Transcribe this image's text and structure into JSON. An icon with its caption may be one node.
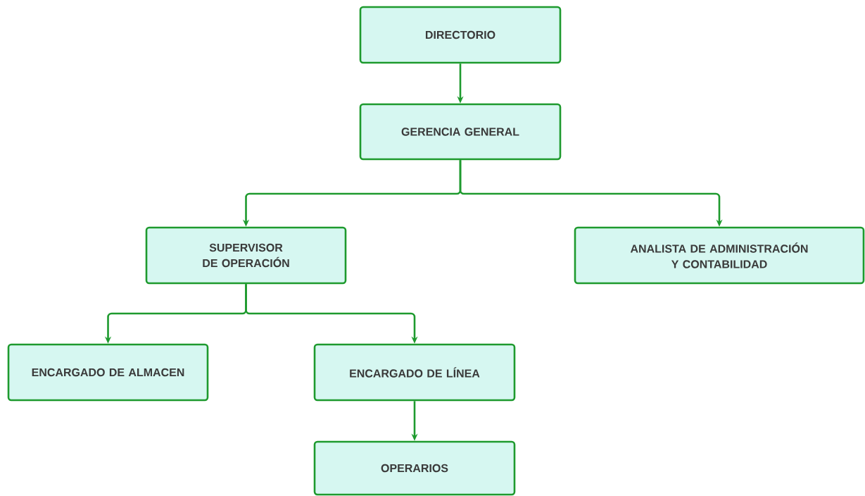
{
  "diagram": {
    "nodes": [
      {
        "text": [
          "DIRECTORIO"
        ]
      },
      {
        "text": [
          "GERENCIA GENERAL"
        ]
      },
      {
        "text": [
          "SUPERVISOR DE OPERACIÓN"
        ]
      },
      {
        "text": [
          "ANALISTA DE ADMINISTRACIÓN Y CONTABILIDAD"
        ]
      },
      {
        "text": [
          "ENCARGADO DE ALMACEN"
        ]
      },
      {
        "text": [
          "ENCARGADO DE LÍNEA"
        ]
      },
      {
        "text": [
          "OPERARIOS"
        ]
      }
    ],
    "edges": [
      {
        "from": 0,
        "to": 1,
        "arrow": "to"
      },
      {
        "from": 1,
        "to": 2,
        "arrow": "to"
      },
      {
        "from": 1,
        "to": 3,
        "arrow": "to"
      },
      {
        "from": 2,
        "to": 4,
        "arrow": "to"
      },
      {
        "from": 2,
        "to": 5,
        "arrow": "to"
      },
      {
        "from": 5,
        "to": 6,
        "arrow": "to"
      }
    ]
  }
}
